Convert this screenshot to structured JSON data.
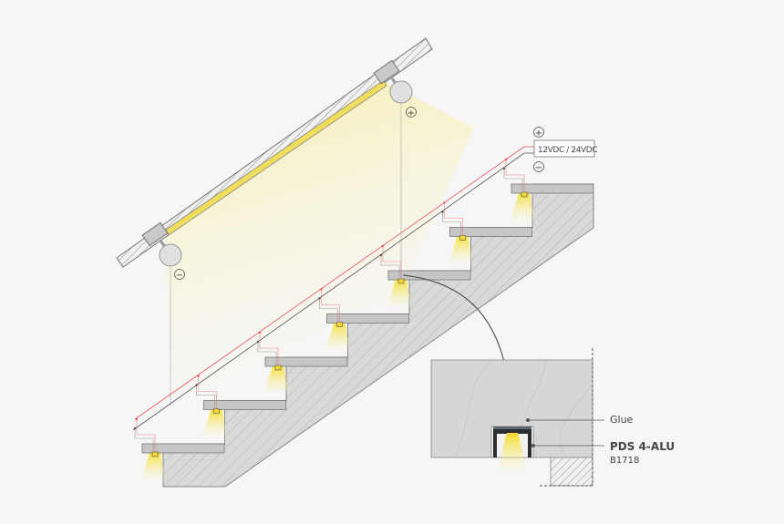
{
  "colors": {
    "background": "#f6f6f6",
    "stair": "#d9d9d9",
    "tread": "#c6c6c6",
    "led": "#f5e04a",
    "wire_positive": "#e8545a",
    "wire_negative": "#555555"
  },
  "power": {
    "label": "12VDC / 24VDC",
    "plus": "+",
    "minus": "−"
  },
  "handrail": {
    "plus": "+",
    "minus": "−"
  },
  "detail": {
    "glue_label": "Glue",
    "product_name": "PDS 4-ALU",
    "product_code": "B1718"
  }
}
